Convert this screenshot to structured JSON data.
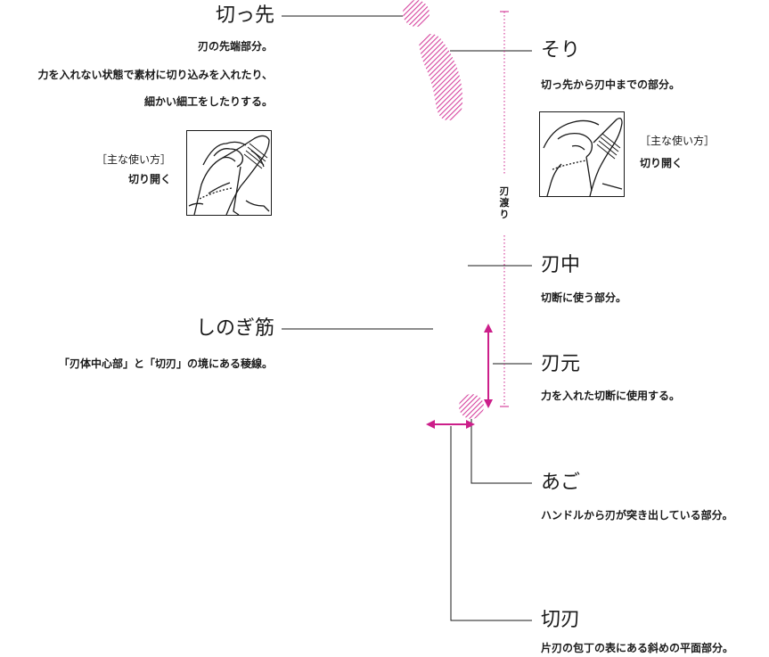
{
  "colors": {
    "accent": "#cc1f8a",
    "hatch": "#d6429e",
    "ink": "#1a1a1a"
  },
  "parts": {
    "kissaki": {
      "title": "切っ先",
      "desc": [
        "刃の先端部分。",
        "力を入れない状態で素材に切り込みを入れたり、",
        "細かい細工をしたりする。"
      ]
    },
    "sori": {
      "title": "そり",
      "desc": "切っ先から刃中までの部分。"
    },
    "hanaka": {
      "title": "刃中",
      "desc": "切断に使う部分。"
    },
    "shinogi": {
      "title": "しのぎ筋",
      "desc": "「刃体中心部」と「切刃」の境にある稜線。"
    },
    "hamoto": {
      "title": "刃元",
      "desc": "力を入れた切断に使用する。"
    },
    "ago": {
      "title": "あご",
      "desc": "ハンドルから刃が突き出している部分。"
    },
    "kiriba": {
      "title": "切刃",
      "desc": "片刃の包丁の表にある斜めの平面部分。"
    }
  },
  "usage_left": {
    "heading": "［主な使い方］",
    "text": "切り開く"
  },
  "usage_right": {
    "heading": "［主な使い方］",
    "text": "切り開く"
  },
  "hawatari": {
    "chars": [
      "刃",
      "渡",
      "り"
    ]
  }
}
